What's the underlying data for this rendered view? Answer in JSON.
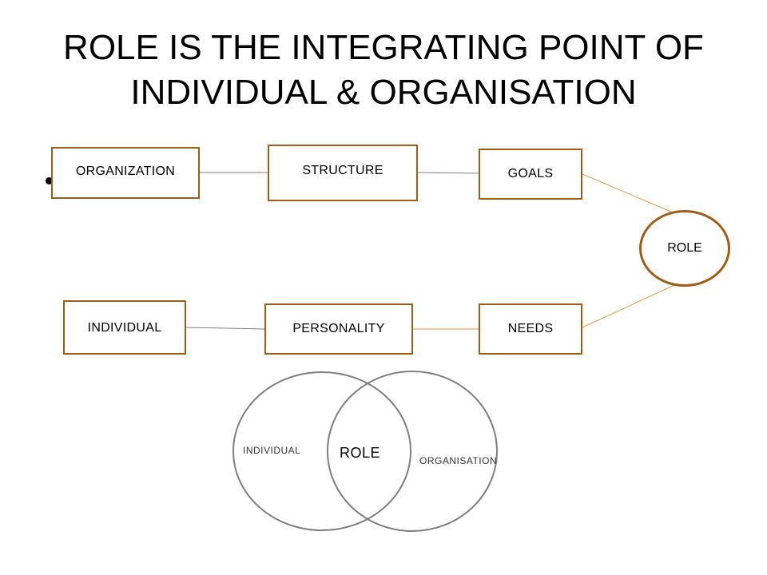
{
  "slide": {
    "title_line1": "ROLE IS THE INTEGRATING POINT OF",
    "title_line2": "INDIVIDUAL & ORGANISATION"
  },
  "flow": {
    "organization": "ORGANIZATION",
    "structure": "STRUCTURE",
    "goals": "GOALS",
    "individual": "INDIVIDUAL",
    "personality": "PERSONALITY",
    "needs": "NEEDS",
    "role": "ROLE"
  },
  "venn": {
    "left_label": "INDIVIDUAL",
    "right_label": "ORGANISATION",
    "center_label": "ROLE"
  },
  "colors": {
    "box_border": "#a15c16",
    "connector_line": "#e39a3d",
    "venn_stroke": "#7f7f7f"
  }
}
